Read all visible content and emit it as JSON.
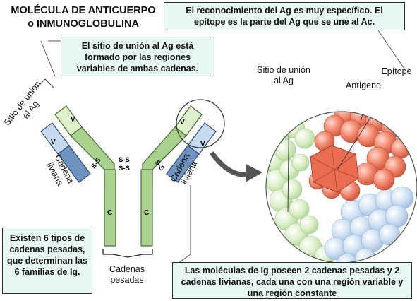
{
  "title": {
    "line1": "MOLÉCULA DE ANTICUERPO",
    "line2": "o INMUNOGLOBULINA"
  },
  "callouts": {
    "specificity": "El reconocimiento del Ag es muy específico. El epítope es la parte del Ag que se une al Ac.",
    "binding_site": "El sitio de unión al Ag está formado por las regiones variables de ambas cadenas.",
    "heavy_types": "Existen 6 tipos de cadenas pesadas, que determinan las 6 familias de Ig.",
    "composition": "Las moléculas de Ig poseen 2 cadenas pesadas y 2 cadenas livianas, cada una con una región variable y una región constante"
  },
  "labels": {
    "binding_site_left": "Sitio de unión al Ag",
    "light_chain": "Cadena liviana",
    "heavy_chains": "Cadenas pesadas",
    "disulfide": "S-S",
    "variable": "V",
    "constant": "C",
    "binding_site_zoom": "Sitio de unión al Ag",
    "epitope": "Epítope",
    "antigen": "Antígeno"
  },
  "colors": {
    "heavy_constant": "#a9d18e",
    "heavy_variable": "#dff0cc",
    "light_constant": "#6e93c0",
    "light_variable": "#c7d9ee",
    "antigen": "#f07b63",
    "callout_bg": "#e8f8f2"
  }
}
